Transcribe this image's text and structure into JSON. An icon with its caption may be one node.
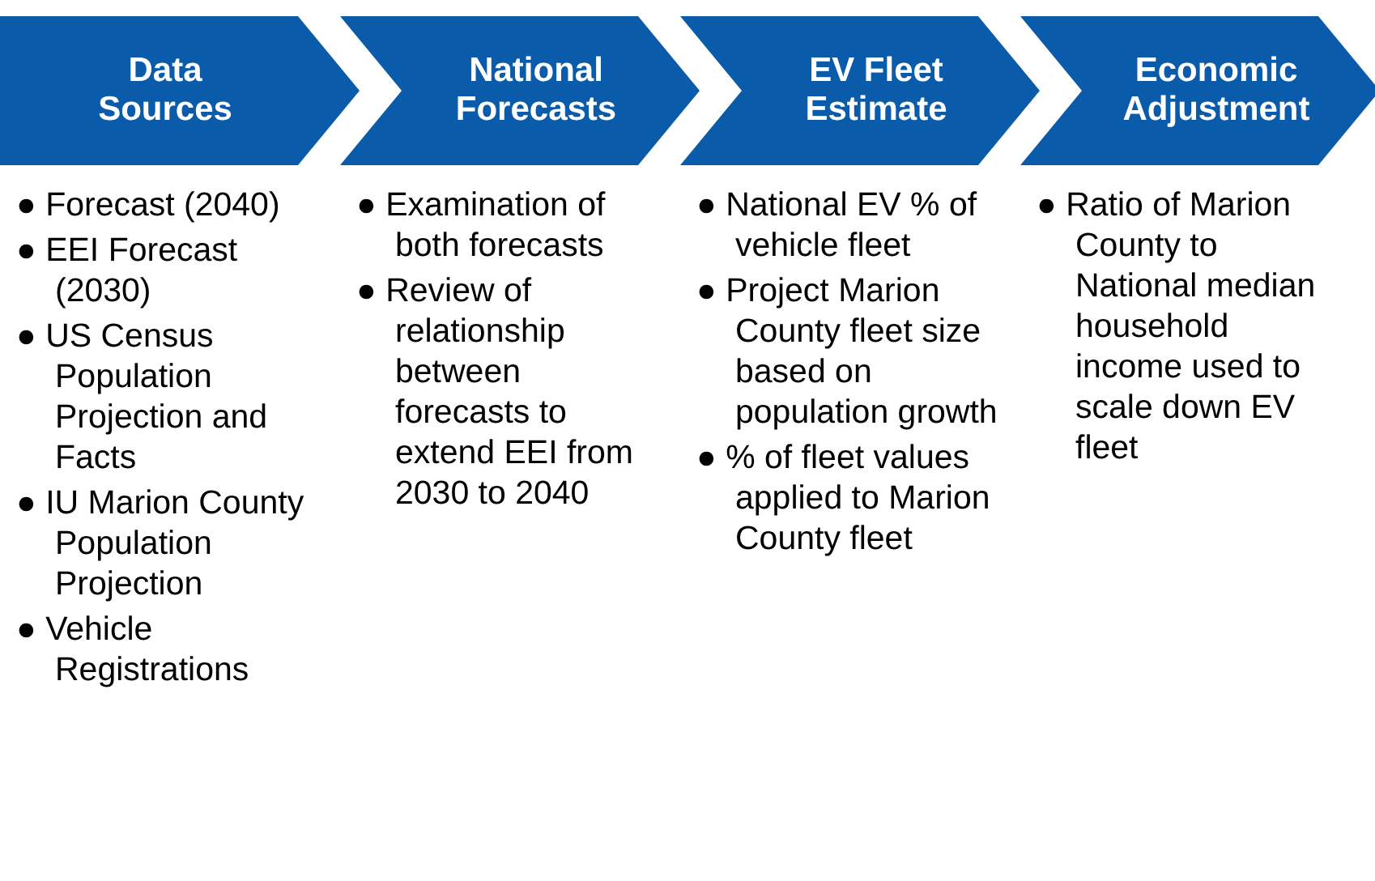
{
  "diagram": {
    "nodes": [
      {
        "text": [
          "Data Sources"
        ],
        "beside": [
          "● Forecast (2040)",
          "● EEI Forecast (2030)",
          "● US Census Population Projection and Facts",
          "● IU Marion County Population Projection",
          "● Vehicle Registrations"
        ]
      },
      {
        "text": [
          "National Forecasts"
        ],
        "beside": [
          "● Examination of both forecasts",
          "● Review of relationship between forecasts to extend EEI from 2030 to 2040"
        ]
      },
      {
        "text": [
          "EV Fleet Estimate"
        ],
        "beside": [
          "● National EV % of vehicle fleet",
          "● Project Marion County fleet size based on population growth",
          "● % of fleet values applied to Marion County fleet"
        ]
      },
      {
        "text": [
          "Economic Adjustment"
        ],
        "beside": [
          "● Ratio of Marion County to National median household income used to scale down EV fleet"
        ]
      }
    ]
  }
}
